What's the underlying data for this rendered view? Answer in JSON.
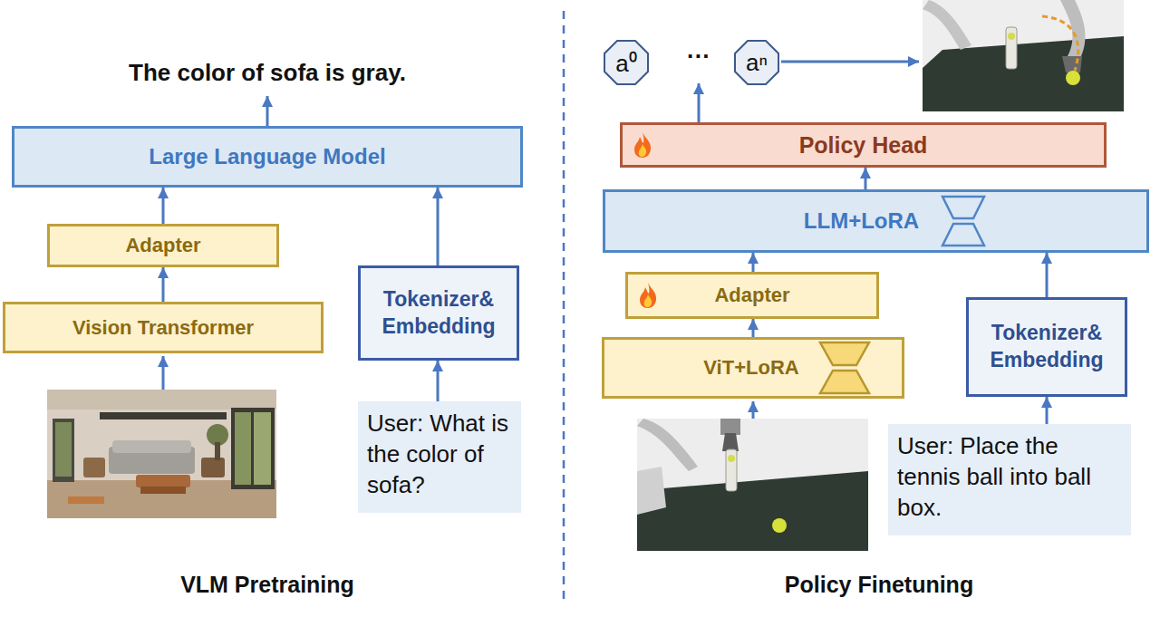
{
  "diagram": {
    "nodes": [
      {
        "text": [
          "Large Language Model"
        ]
      },
      {
        "text": [
          "Adapter"
        ]
      },
      {
        "text": [
          "Vision Transformer"
        ]
      },
      {
        "text": [
          "Tokenizer& Embedding"
        ]
      },
      {
        "text": [
          "User: What is the color of sofa?"
        ]
      },
      {
        "text": [
          "a⁰"
        ]
      },
      {
        "text": [
          "aⁿ"
        ]
      },
      {
        "text": [
          "Policy Head"
        ]
      },
      {
        "text": [
          "LLM+LoRA"
        ]
      },
      {
        "text": [
          "Adapter"
        ]
      },
      {
        "text": [
          "ViT+LoRA"
        ]
      },
      {
        "text": [
          "Tokenizer& Embedding"
        ]
      },
      {
        "text": [
          "User: Place the tennis ball into ball box."
        ]
      }
    ],
    "edges": [
      {
        "from": 2,
        "to": 1,
        "arrow": "to"
      },
      {
        "from": 1,
        "to": 0,
        "arrow": "to"
      },
      {
        "from": 4,
        "to": 3,
        "arrow": "to"
      },
      {
        "from": 3,
        "to": 0,
        "arrow": "to"
      },
      {
        "from": 10,
        "to": 9,
        "arrow": "to"
      },
      {
        "from": 9,
        "to": 8,
        "arrow": "to"
      },
      {
        "from": 12,
        "to": 11,
        "arrow": "to"
      },
      {
        "from": 11,
        "to": 8,
        "arrow": "to"
      },
      {
        "from": 8,
        "to": 7,
        "arrow": "to"
      }
    ],
    "labels": [
      "The color of sofa is gray.",
      "···",
      "VLM Pretraining",
      "Policy Finetuning"
    ]
  }
}
